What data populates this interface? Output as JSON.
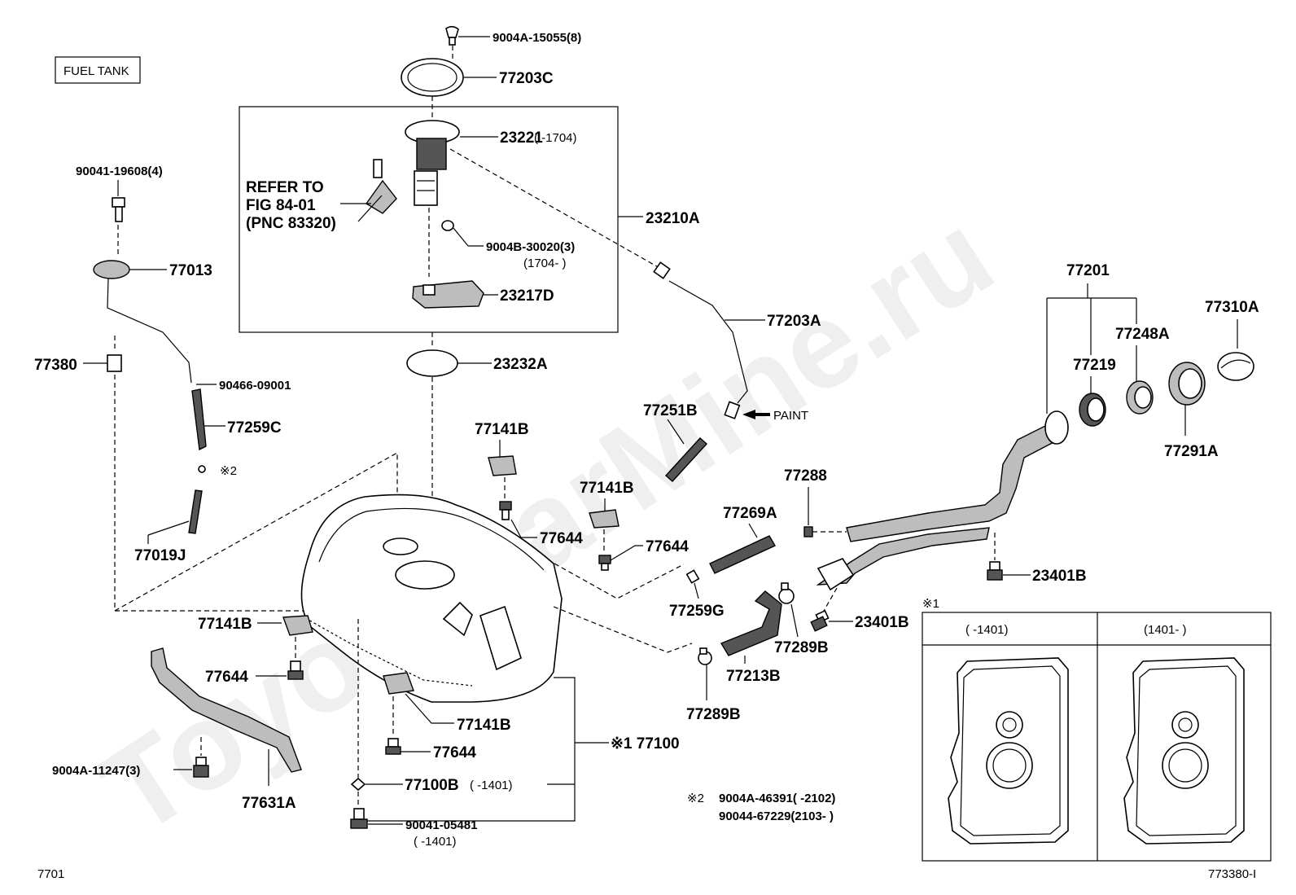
{
  "title": "FUEL TANK",
  "page_code": "7701",
  "figure_code": "773380-I",
  "watermark": "ToyotaCarMine.ru",
  "refer": {
    "line1": "REFER TO",
    "line2": "FIG 84-01",
    "line3": "(PNC 83320)"
  },
  "paint_label": "PAINT",
  "parts": {
    "p9004a15055": "9004A-15055(8)",
    "p77203c": "77203C",
    "p23221": "23221",
    "p23221_range": "(      -1704)",
    "p23210a": "23210A",
    "p9004b30020": "9004B-30020(3)",
    "p9004b30020_range": "(1704-      )",
    "p23217d": "23217D",
    "p23232a": "23232A",
    "p77203a": "77203A",
    "p90041_19608": "90041-19608(4)",
    "p77013": "77013",
    "p77380": "77380",
    "p90466": "90466-09001",
    "p77259c": "77259C",
    "p_note2": "※2",
    "p77019j": "77019J",
    "p77141b_a": "77141B",
    "p77141b_b": "77141B",
    "p77141b_c": "77141B",
    "p77141b_d": "77141B",
    "p77644_a": "77644",
    "p77644_b": "77644",
    "p77644_c": "77644",
    "p77644_d": "77644",
    "p77251b": "77251B",
    "p77288": "77288",
    "p77269a": "77269A",
    "p77259g": "77259G",
    "p77213b": "77213B",
    "p77289b_a": "77289B",
    "p77289b_b": "77289B",
    "p23401b_a": "23401B",
    "p23401b_b": "23401B",
    "p77201": "77201",
    "p77248a": "77248A",
    "p77219": "77219",
    "p77310a": "77310A",
    "p77291a": "77291A",
    "p77100": "※1 77100",
    "p77100b": "77100B",
    "p77100b_range": "(     -1401)",
    "p90041_05481": "90041-05481",
    "p90041_05481_range": "(     -1401)",
    "p9004a11247": "9004A-11247(3)",
    "p77631a": "77631A"
  },
  "note2": {
    "mark": "※2",
    "line1": "9004A-46391(     -2102)",
    "line2": "90044-67229(2103-     )"
  },
  "inset": {
    "mark": "※1",
    "col1": "(     -1401)",
    "col2": "(1401-     )"
  }
}
